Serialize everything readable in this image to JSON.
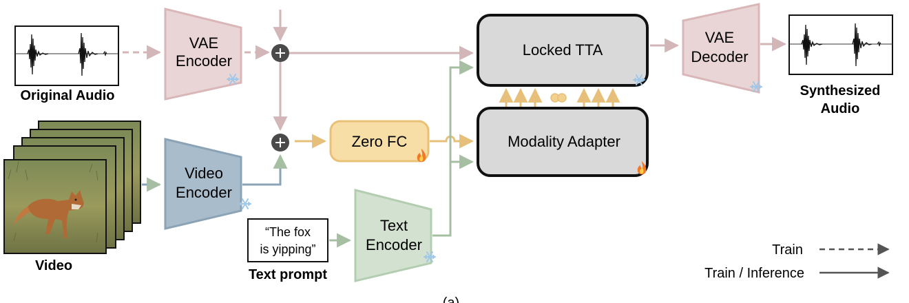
{
  "inputs": {
    "original_audio": "Original Audio",
    "video": "Video",
    "text_prompt_label": "Text prompt",
    "text_prompt_line1": "“The fox",
    "text_prompt_line2": "is yipping”"
  },
  "encoders": {
    "vae_encoder_line1": "VAE",
    "vae_encoder_line2": "Encoder",
    "video_encoder_line1": "Video",
    "video_encoder_line2": "Encoder",
    "text_encoder_line1": "Text",
    "text_encoder_line2": "Encoder"
  },
  "blocks": {
    "zero_fc": "Zero FC",
    "locked_tta": "Locked TTA",
    "modality_adapter": "Modality Adapter"
  },
  "decoder": {
    "line1": "VAE",
    "line2": "Decoder"
  },
  "output": {
    "line1": "Synthesized",
    "line2": "Audio"
  },
  "legend": {
    "train": "Train",
    "train_inference": "Train / Inference"
  },
  "caption": "(a)",
  "colors": {
    "vae_fill": "#ead5d6",
    "vae_stroke": "#d9b7b9",
    "video_fill": "#a9bccb",
    "video_stroke": "#8aa3b6",
    "text_fill": "#d3e2d0",
    "text_stroke": "#b3cdb0",
    "zero_fc_fill": "#f7dea7",
    "zero_fc_stroke": "#e8c177",
    "block_fill": "#d9d9d9",
    "arrow_pink": "#d2b6b8",
    "arrow_green": "#a6bfa3",
    "arrow_gold": "#e6c07a",
    "plus_fill": "#4a4a4a"
  },
  "icons": {
    "frozen": "snowflake-icon",
    "trainable": "flame-icon",
    "merge": "plus-icon"
  }
}
